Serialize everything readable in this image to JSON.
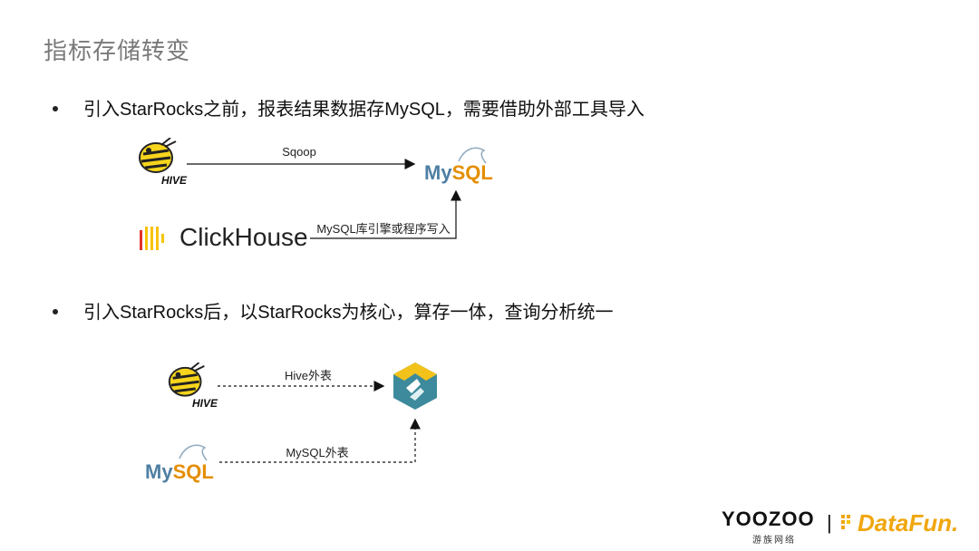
{
  "title": "指标存储转变",
  "bullets": [
    "引入StarRocks之前，报表结果数据存MySQL，需要借助外部工具导入",
    "引入StarRocks后，以StarRocks为核心，算存一体，查询分析统一"
  ],
  "before": {
    "hive_label": "HIVE",
    "mysql_label_my": "My",
    "mysql_label_sql": "SQL",
    "clickhouse_label": "ClickHouse",
    "edge_hive_mysql": "Sqoop",
    "edge_clickhouse_mysql": "MySQL库引擎或程序写入"
  },
  "after": {
    "hive_label": "HIVE",
    "mysql_label_my": "My",
    "mysql_label_sql": "SQL",
    "edge_hive_starrocks": "Hive外表",
    "edge_mysql_starrocks": "MySQL外表"
  },
  "footer": {
    "yoozoo": "YOOZOO",
    "yoozoo_sub": "游族网络",
    "separator": "|",
    "datafun": "DataFun."
  },
  "colors": {
    "hive_yellow": "#f7d51d",
    "mysql_blue": "#4f7fa3",
    "mysql_orange": "#e48e00",
    "clickhouse_red": "#e5332a",
    "clickhouse_yellow": "#f7c300",
    "starrocks_teal": "#3d8a9c",
    "starrocks_yellow": "#f3c21a",
    "datafun_orange": "#f0a60d"
  }
}
